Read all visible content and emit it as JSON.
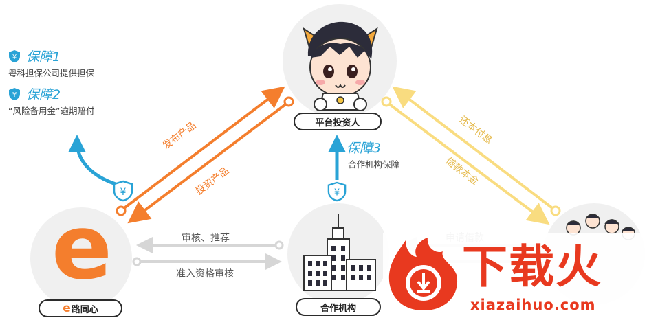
{
  "nodes": {
    "investor": "平台投资人",
    "platform": "路同心",
    "platform_logo_letter": "e",
    "partner": "合作机构"
  },
  "guarantees": [
    {
      "title": "保障1",
      "desc": "粤科担保公司提供担保"
    },
    {
      "title": "保障2",
      "desc": "“风险备用金”逾期赔付"
    },
    {
      "title": "保障3",
      "desc": "合作机构保障"
    }
  ],
  "arrows": {
    "publish": "发布产品",
    "invest": "投资产品",
    "repay": "还本付息",
    "loan": "借款本金",
    "review_recommend": "审核、推荐",
    "access_review": "准入资格审核",
    "apply_partial": "申请借款"
  },
  "watermark": {
    "text": "下载火",
    "url": "xiazaihuo.com"
  },
  "colors": {
    "orange": "#f47e2d",
    "yellow": "#f9dc80",
    "blue": "#29a3d6",
    "gray_arrow": "#d6d6d6",
    "watermark_red": "#e8391f"
  }
}
